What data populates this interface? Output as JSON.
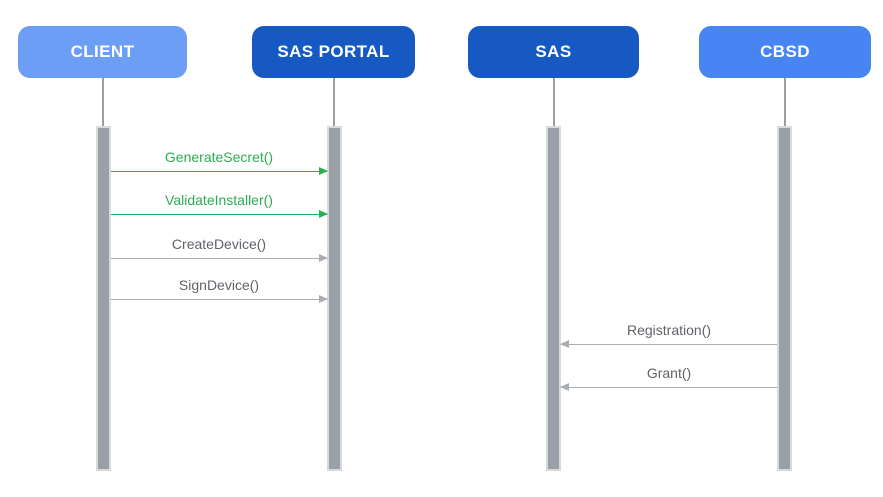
{
  "diagram": {
    "type": "sequence-diagram",
    "actors": [
      {
        "id": "client",
        "label": "CLIENT",
        "color": "#6C9EF5"
      },
      {
        "id": "sas-portal",
        "label": "SAS PORTAL",
        "color": "#1759C2"
      },
      {
        "id": "sas",
        "label": "SAS",
        "color": "#1759C2"
      },
      {
        "id": "cbsd",
        "label": "CBSD",
        "color": "#4685F2"
      }
    ],
    "messages": [
      {
        "label": "GenerateSecret()",
        "from": "CLIENT",
        "to": "SAS PORTAL",
        "direction": "right",
        "text_color": "#2BAD52",
        "arrow_color": "#2BAD52"
      },
      {
        "label": "ValidateInstaller()",
        "from": "CLIENT",
        "to": "SAS PORTAL",
        "direction": "right",
        "text_color": "#2BAD52",
        "arrow_color": "#2BAD52"
      },
      {
        "label": "CreateDevice()",
        "from": "CLIENT",
        "to": "SAS PORTAL",
        "direction": "right",
        "text_color": "#5F6368",
        "arrow_color": "#A9AEB3"
      },
      {
        "label": "SignDevice()",
        "from": "CLIENT",
        "to": "SAS PORTAL",
        "direction": "right",
        "text_color": "#5F6368",
        "arrow_color": "#A9AEB3"
      },
      {
        "label": "Registration()",
        "from": "CBSD",
        "to": "SAS",
        "direction": "left",
        "text_color": "#5F6368",
        "arrow_color": "#A9AEB3"
      },
      {
        "label": "Grant()",
        "from": "CBSD",
        "to": "SAS",
        "direction": "left",
        "text_color": "#5F6368",
        "arrow_color": "#A9AEB3"
      }
    ]
  },
  "colors": {
    "background": "#FFFFFF",
    "stem-gray": "#9AA0A6",
    "bar-fill": "#9AA0A8",
    "bar-border": "#D8DADC",
    "green": "#2BAD52",
    "label-gray": "#5F6368",
    "arrow-gray": "#A9AEB3"
  }
}
